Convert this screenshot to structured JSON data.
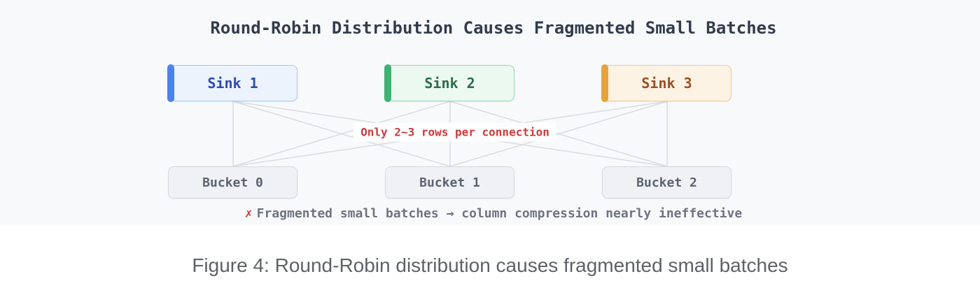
{
  "diagram": {
    "title": "Round-Robin Distribution Causes Fragmented Small Batches",
    "sinks": [
      {
        "label": "Sink 1",
        "accent_color": "#4b83ec",
        "fill": "#edf3fd",
        "border": "#a8c6f1",
        "text_color": "#2b4cb3"
      },
      {
        "label": "Sink 2",
        "accent_color": "#3eb273",
        "fill": "#ebf9f1",
        "border": "#90d8ab",
        "text_color": "#2c6e4a"
      },
      {
        "label": "Sink 3",
        "accent_color": "#e9a23b",
        "fill": "#fdf3e5",
        "border": "#f1c992",
        "text_color": "#9c4f24"
      }
    ],
    "buckets": [
      {
        "label": "Bucket 0"
      },
      {
        "label": "Bucket 1"
      },
      {
        "label": "Bucket 2"
      }
    ],
    "connections": "each sink connects to every bucket (9 lines, no arrowheads)",
    "connection_label": "Only 2~3 rows per connection",
    "connection_label_color": "#cc3b3b",
    "note": {
      "icon": "✗",
      "icon_color": "#cc3b3b",
      "text": "Fragmented small batches → column compression nearly ineffective",
      "text_color": "#6e7480"
    },
    "panel_background": "#f8f9fb",
    "line_color": "#d9dbdf"
  },
  "caption": "Figure 4: Round-Robin distribution causes fragmented small batches"
}
